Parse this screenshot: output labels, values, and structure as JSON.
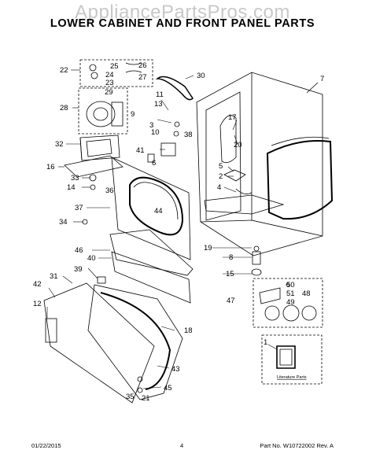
{
  "header": {
    "watermark": "AppliancePartsPros.com",
    "title": "LOWER CABINET AND FRONT PANEL PARTS"
  },
  "callouts": [
    "1",
    "2",
    "3",
    "4",
    "5",
    "6",
    "7",
    "8",
    "9",
    "10",
    "11",
    "12",
    "13",
    "14",
    "15",
    "16",
    "17",
    "18",
    "19",
    "20",
    "21",
    "22",
    "23",
    "24",
    "25",
    "26",
    "27",
    "28",
    "29",
    "30",
    "31",
    "32",
    "33",
    "34",
    "35",
    "36",
    "37",
    "38",
    "39",
    "40",
    "41",
    "42",
    "43",
    "44",
    "45",
    "46",
    "47",
    "48",
    "49",
    "50",
    "51"
  ],
  "literature_label": "Literature Parts",
  "footer": {
    "date": "01/22/2015",
    "page": "4",
    "part_no": "Part No.  W10722002  Rev. A"
  }
}
